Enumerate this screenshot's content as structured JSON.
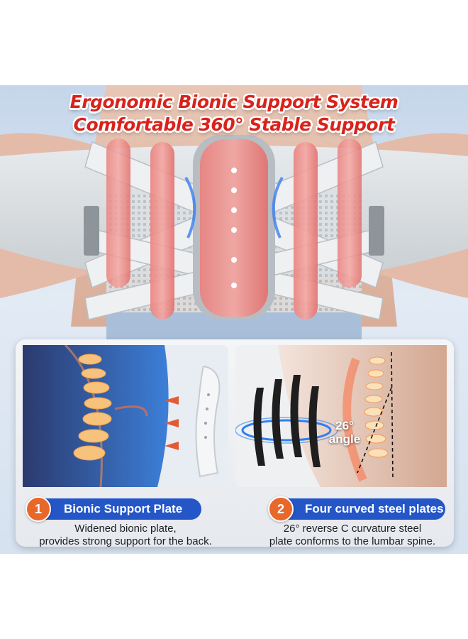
{
  "headline": {
    "line1": "Ergonomic Bionic Support System",
    "line2": "Comfortable 360° Stable Support"
  },
  "feature1": {
    "number": "1",
    "title": "Bionic Support Plate",
    "desc_line1": "Widened bionic plate,",
    "desc_line2": "provides strong support for the back."
  },
  "feature2": {
    "number": "2",
    "title": "Four curved steel plates",
    "desc_line1": "26° reverse C curvature steel",
    "desc_line2": "plate conforms to the lumbar spine.",
    "angle_value": "26°",
    "angle_word": "angle"
  },
  "colors": {
    "headline_red": "#d8231c",
    "pill_blue": "#2456c8",
    "badge_orange": "#e7682a",
    "plate_red": "#e77a78"
  }
}
